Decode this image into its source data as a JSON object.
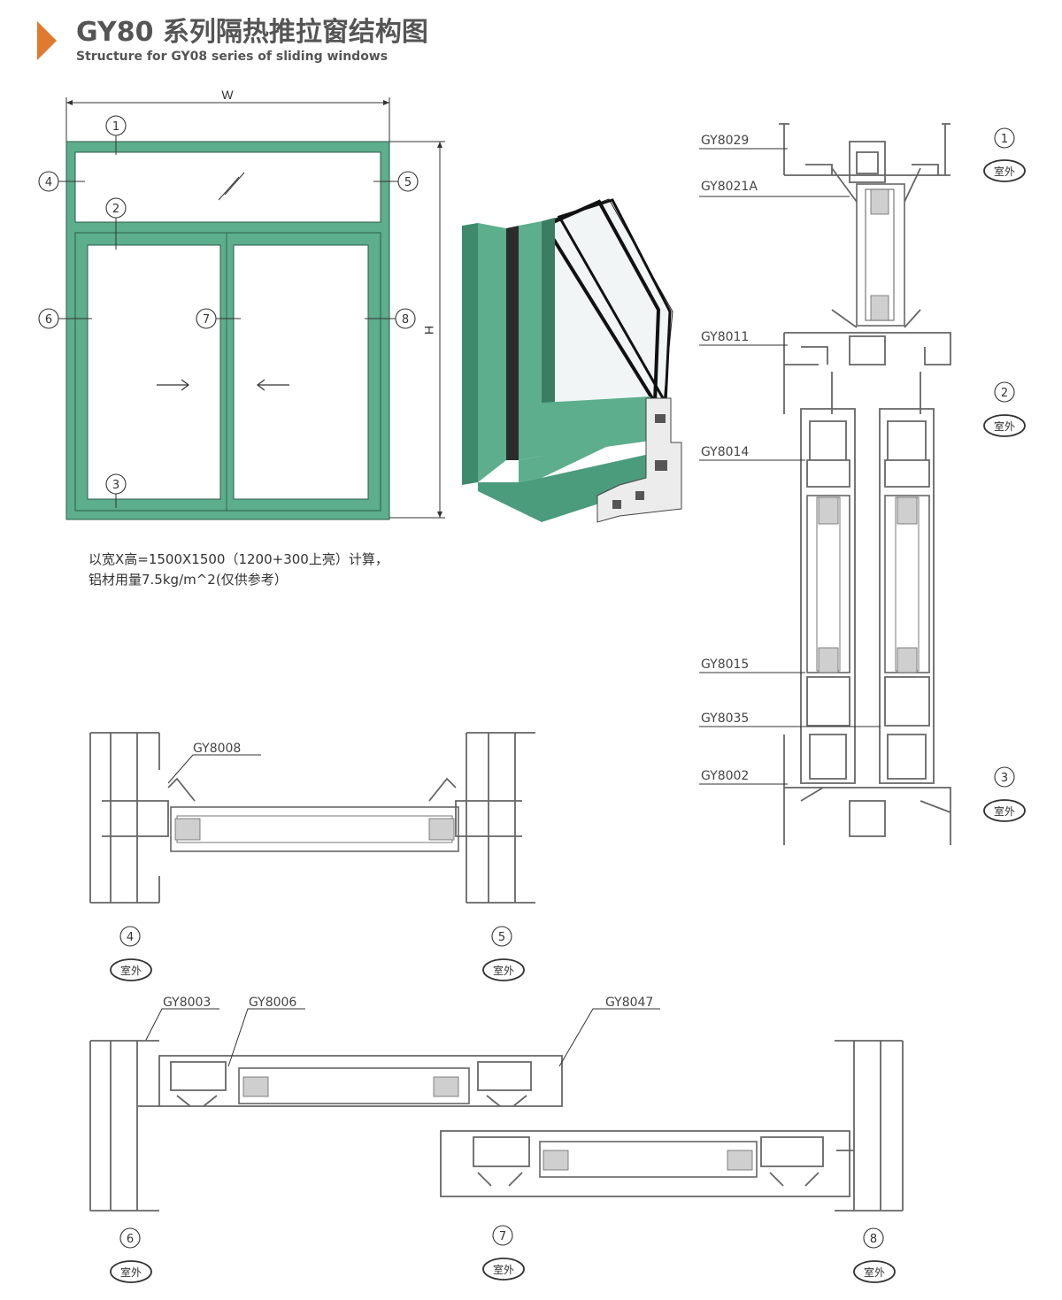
{
  "header": {
    "title": "GY80 系列隔热推拉窗结构图",
    "subtitle": "Structure for GY08 series of sliding windows",
    "accent_color": "#e07a2e"
  },
  "elevation": {
    "frame_color": "#5cae8c",
    "width_label": "W",
    "height_label": "H",
    "callouts": [
      "1",
      "2",
      "3",
      "4",
      "5",
      "6",
      "7",
      "8"
    ],
    "arrows": [
      "arrow-right-icon",
      "arrow-left-icon"
    ]
  },
  "note": {
    "line1": "以宽X高=1500X1500（1200+300上亮）计算，",
    "line2": "铝材用量7.5kg/m^2(仅供参考）"
  },
  "vertical_section": {
    "codes": [
      "GY8029",
      "GY8021A",
      "GY8011",
      "GY8014",
      "GY8015",
      "GY8035",
      "GY8002"
    ],
    "callouts": [
      "1",
      "2",
      "3"
    ],
    "badge": "室外"
  },
  "transom_section": {
    "code": "GY8008",
    "callouts": [
      "4",
      "5"
    ],
    "badge": "室外"
  },
  "sash_section": {
    "codes": [
      "GY8003",
      "GY8006",
      "GY8047"
    ],
    "callouts": [
      "6",
      "7",
      "8"
    ],
    "badge": "室外"
  }
}
